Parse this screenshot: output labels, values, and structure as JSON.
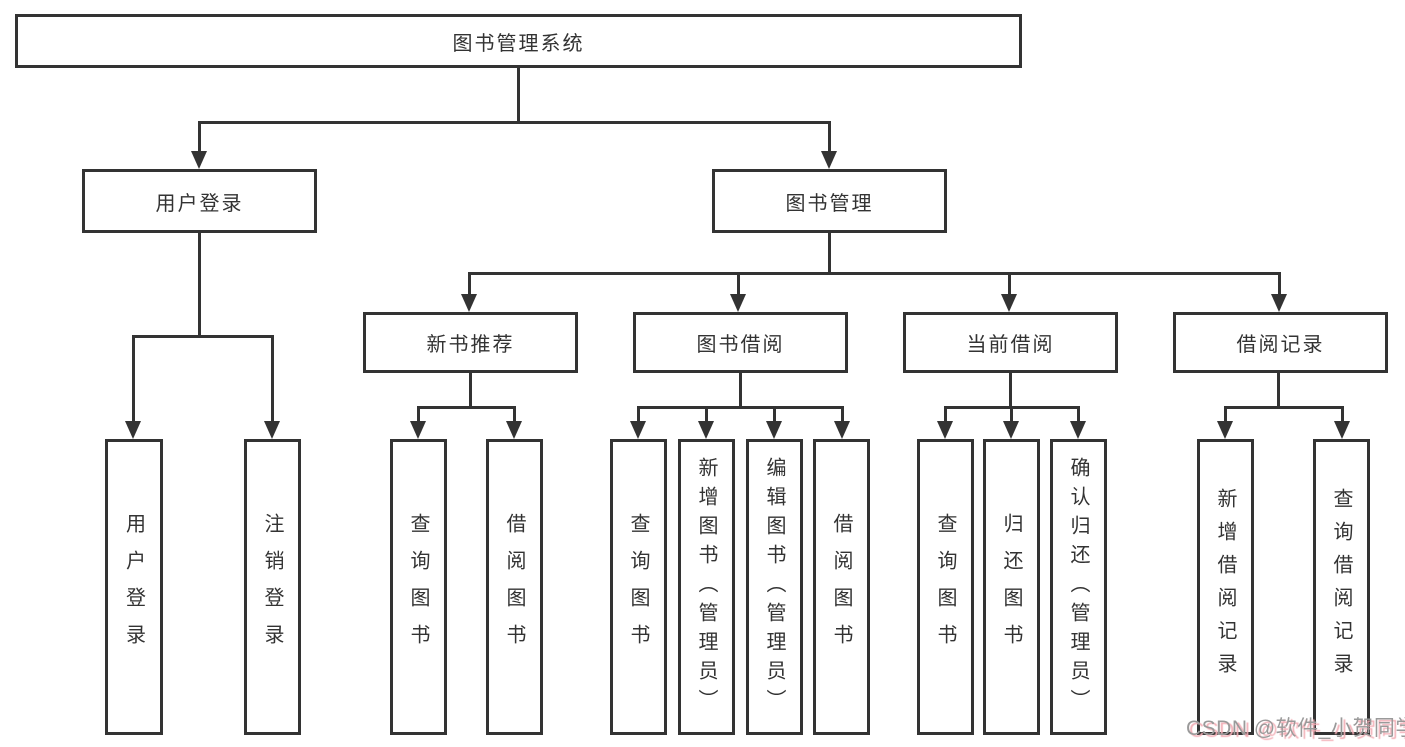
{
  "diagram": {
    "root": {
      "label": "图书管理系统"
    },
    "level2": [
      {
        "label": "用户登录"
      },
      {
        "label": "图书管理"
      }
    ],
    "level3": [
      {
        "label": "新书推荐"
      },
      {
        "label": "图书借阅"
      },
      {
        "label": "当前借阅"
      },
      {
        "label": "借阅记录"
      }
    ],
    "leaves": [
      {
        "label": "用户登录"
      },
      {
        "label": "注销登录"
      },
      {
        "label": "查询图书"
      },
      {
        "label": "借阅图书"
      },
      {
        "label": "查询图书"
      },
      {
        "label": "新增图书（管理员）"
      },
      {
        "label": "编辑图书（管理员）"
      },
      {
        "label": "借阅图书"
      },
      {
        "label": "查询图书"
      },
      {
        "label": "归还图书"
      },
      {
        "label": "确认归还（管理员）"
      },
      {
        "label": "新增借阅记录"
      },
      {
        "label": "查询借阅记录"
      }
    ]
  },
  "watermark": {
    "text": "CSDN @软件_小贺同学"
  },
  "colors": {
    "line": "#333333",
    "text": "#333333",
    "background": "#ffffff",
    "watermark_text": "#9a9a9a",
    "watermark_shadow": "#f3aeb6"
  }
}
